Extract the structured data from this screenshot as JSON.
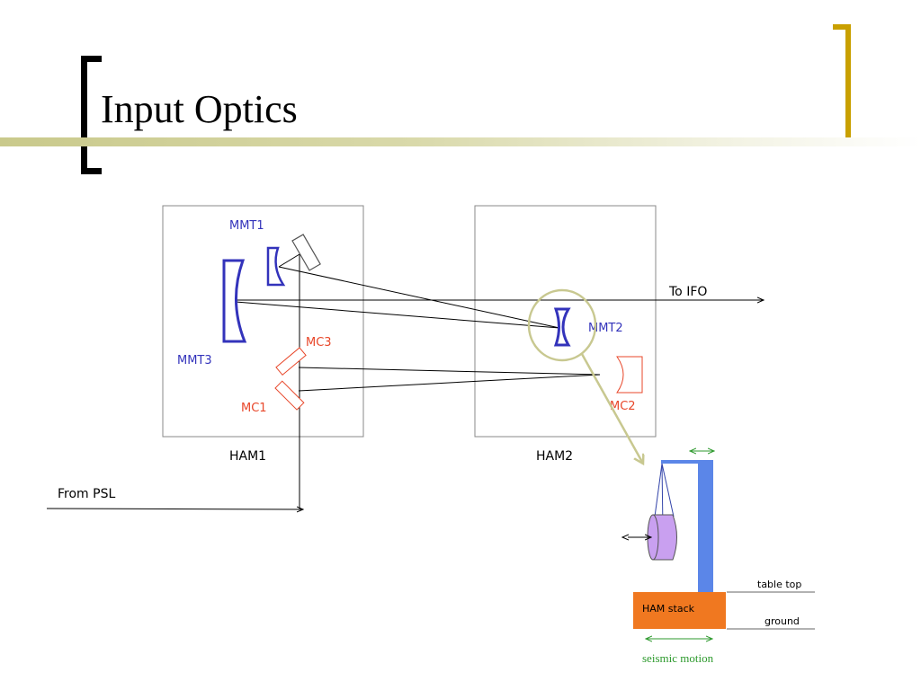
{
  "slide": {
    "title": "Input Optics"
  },
  "diagram": {
    "chambers": [
      {
        "id": "ham1",
        "label": "HAM1"
      },
      {
        "id": "ham2",
        "label": "HAM2"
      }
    ],
    "optics": {
      "mmt1": "MMT1",
      "mmt2": "MMT2",
      "mmt3": "MMT3",
      "mc1": "MC1",
      "mc2": "MC2",
      "mc3": "MC3"
    },
    "beams": {
      "from_psl": "From PSL",
      "to_ifo": "To IFO"
    },
    "inset": {
      "ham_stack": "HAM stack",
      "table_top": "table top",
      "ground": "ground",
      "seismic_motion": "seismic motion"
    },
    "colors": {
      "mode_matching": "#3333bb",
      "mode_cleaner": "#e8472a",
      "zoom_callout": "#c8c890",
      "stack": "#f07820",
      "pendulum": "#c9a0f0",
      "support": "#5b86e8",
      "motion_arrow": "#2e9a2e"
    }
  }
}
